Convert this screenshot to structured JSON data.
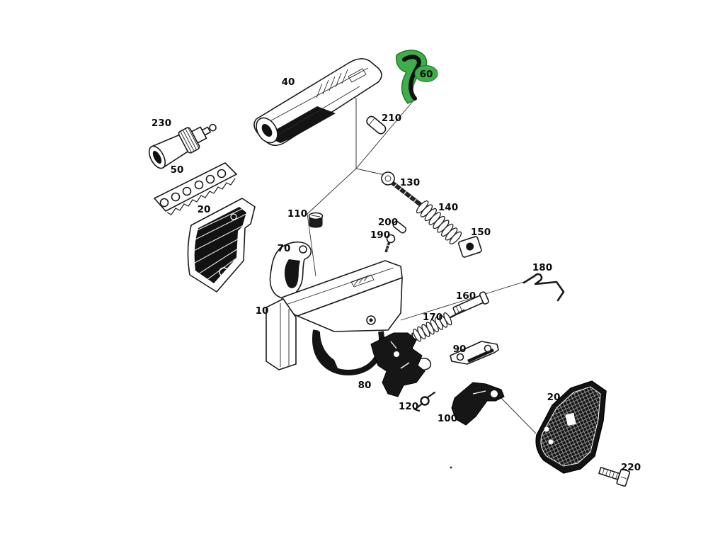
{
  "figure": {
    "background_color": "#ffffff",
    "highlight_color": "#3fae4a",
    "highlight_stroke": "#1f7a2a",
    "highlighted_part_label": "60"
  },
  "parts": {
    "p10": {
      "label": "10"
    },
    "p20_left": {
      "label": "20"
    },
    "p20_right": {
      "label": "20"
    },
    "p40": {
      "label": "40"
    },
    "p50": {
      "label": "50"
    },
    "p60": {
      "label": "60"
    },
    "p70": {
      "label": "70"
    },
    "p80": {
      "label": "80"
    },
    "p90": {
      "label": "90"
    },
    "p100": {
      "label": "100"
    },
    "p110": {
      "label": "110"
    },
    "p120": {
      "label": "120"
    },
    "p130": {
      "label": "130"
    },
    "p140": {
      "label": "140"
    },
    "p150": {
      "label": "150"
    },
    "p160": {
      "label": "160"
    },
    "p170": {
      "label": "170"
    },
    "p180": {
      "label": "180"
    },
    "p190": {
      "label": "190"
    },
    "p200": {
      "label": "200"
    },
    "p210": {
      "label": "210"
    },
    "p220": {
      "label": "220"
    },
    "p230": {
      "label": "230"
    }
  }
}
